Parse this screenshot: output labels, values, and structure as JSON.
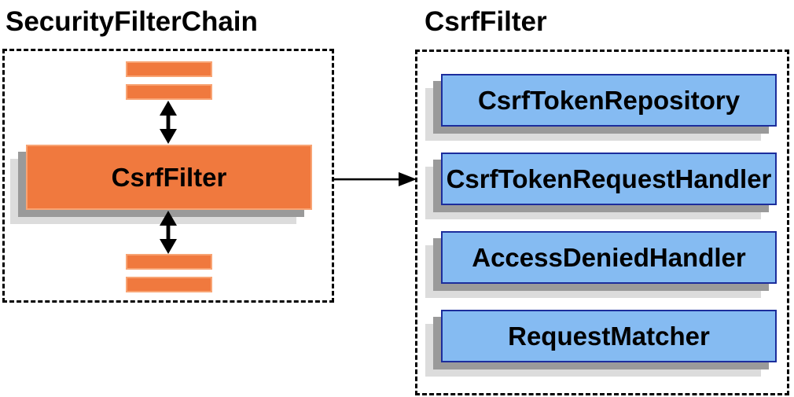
{
  "titles": {
    "left": "SecurityFilterChain",
    "right": "CsrfFilter"
  },
  "left_panel": {
    "filter_label": "CsrfFilter",
    "chain_bars_count": 4
  },
  "right_panel": {
    "boxes": [
      {
        "label": "CsrfTokenRepository"
      },
      {
        "label": "CsrfTokenRequestHandler"
      },
      {
        "label": "AccessDeniedHandler"
      },
      {
        "label": "RequestMatcher"
      }
    ]
  },
  "colors": {
    "orange_fill": "#F0793E",
    "orange_border": "#F8A474",
    "blue_fill": "#85BBF2",
    "blue_border": "#1C2D9C",
    "shadow_dark": "#9A9A9A",
    "shadow_light": "#DCDCDC",
    "arrow": "#000000",
    "dashed_border": "#000000",
    "text": "#000000"
  }
}
